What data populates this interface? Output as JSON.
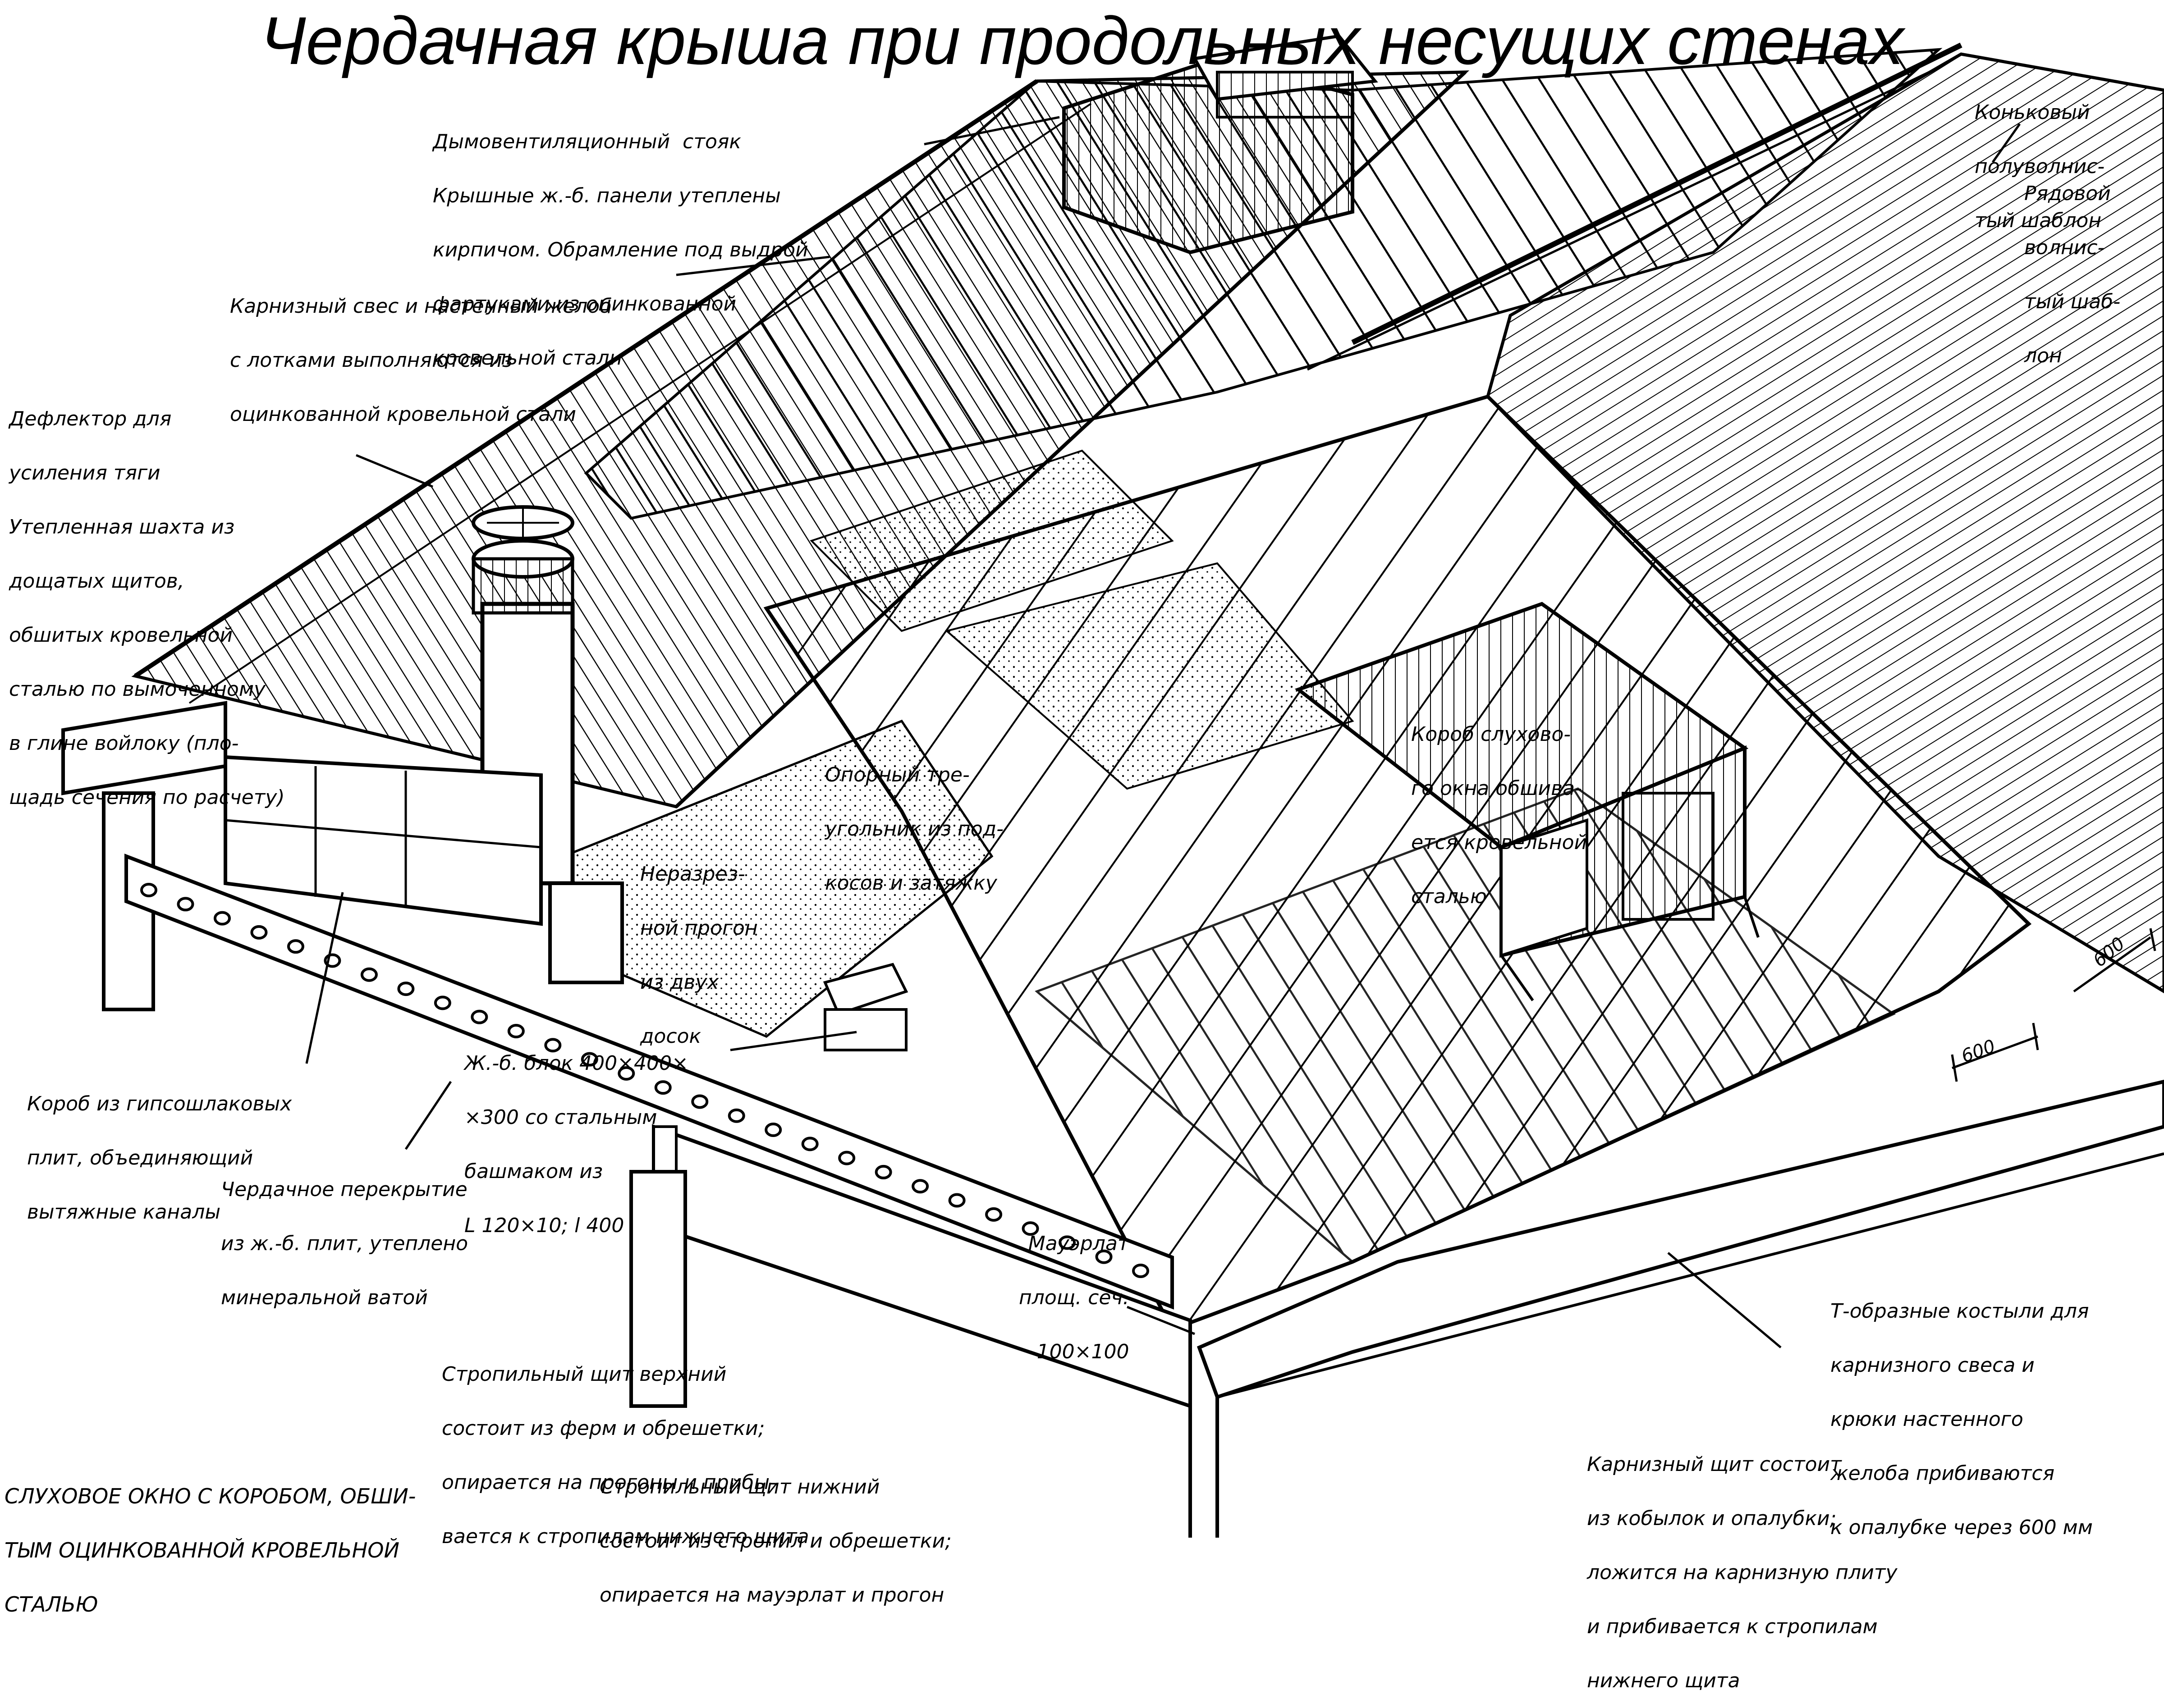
{
  "title": "Чердачная крыша при продольных несущих стенах",
  "labels": {
    "stoyak": [
      "Дымовентиляционный  стояк",
      "Крышные ж.-б. панели утеплены",
      "кирпичом. Обрамление под выдрой",
      "фартуками из оцинкованной",
      "кровельной стали"
    ],
    "konkovy": [
      "Коньковый",
      "полуволнис-",
      "тый шаблон"
    ],
    "ryadovoy": [
      "Рядовой",
      "волнис-",
      "тый шаб-",
      "лон"
    ],
    "karniz_svez": [
      "Карнизный свес и настенный желоб",
      "с лотками выполняются из",
      "оцинкованной кровельной стали"
    ],
    "deflektor": [
      "Дефлектор для",
      "усиления тяги",
      "Утепленная шахта из",
      "дощатых щитов,",
      "обшитых кровельной",
      "сталью по вымоченному",
      "в глине войлоку (пло-",
      "щадь сечения по расчету)"
    ],
    "opornyy": [
      "Опорный тре-",
      "угольник из под-",
      "косов и затяжку"
    ],
    "korob_sluh": [
      "Короб слухово-",
      "го окна обшива-",
      "ется кровельной",
      "сталью"
    ],
    "nerazrez": [
      "Неразрез-",
      "ной прогон",
      "из двух",
      "досок"
    ],
    "zhb_blok": [
      "Ж.-б. блок 400×400×",
      "×300 со стальным",
      "башмаком из",
      "L 120×10; l 400"
    ],
    "korob_gips": [
      "Короб из гипсошлаковых",
      "плит, объединяющий",
      "вытяжные каналы"
    ],
    "perekrytie": [
      "Чердачное перекрытие",
      "из ж.-б. плит, утеплено",
      "минеральной ватой"
    ],
    "mauerlat": [
      "Мауэрлат",
      "площ. сеч.",
      "100×100"
    ],
    "kostyli": [
      "Т-образные костыли для",
      "карнизного свеса и",
      "крюки настенного",
      "желоба прибиваются",
      "к опалубке через 600 мм"
    ],
    "shchit_verh": [
      "Стропильный щит верхний",
      "состоит из ферм и обрешетки;",
      "опирается на прогоны и прибы-",
      "вается к стропилам нижнего щита"
    ],
    "shchit_niz": [
      "Стропильный щит нижний",
      "состоит из стропил и обрешетки;",
      "опирается на мауэрлат и прогон"
    ],
    "sluhovoe": [
      "СЛУХОВОЕ ОКНО С КОРОБОМ, ОБШИ-",
      "ТЫМ ОЦИНКОВАННОЙ КРОВЕЛЬНОЙ",
      "СТАЛЬЮ"
    ],
    "karniz_shchit": [
      "Карнизный щит состоит",
      "из кобылок и опалубки;",
      "ложится на карнизную плиту",
      "и прибивается к стропилам",
      "нижнего щита"
    ]
  },
  "dimensions": {
    "d600a": "600",
    "d600b": "600"
  }
}
